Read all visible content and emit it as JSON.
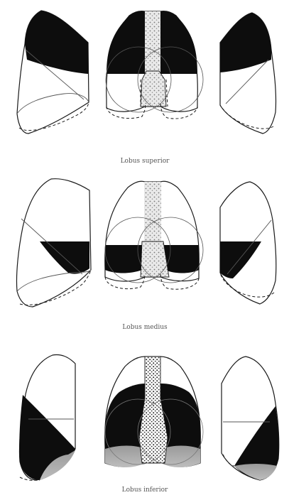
{
  "figure": {
    "panels": [
      {
        "caption": "Lobus superior"
      },
      {
        "caption": "Lobus medius"
      },
      {
        "caption": "Lobus inferior"
      }
    ]
  },
  "colors": {
    "ink": "#1a1a1a",
    "lobe_fill": "#0d0d0d",
    "paper": "#ffffff",
    "stipple": "#9a9a9a"
  }
}
